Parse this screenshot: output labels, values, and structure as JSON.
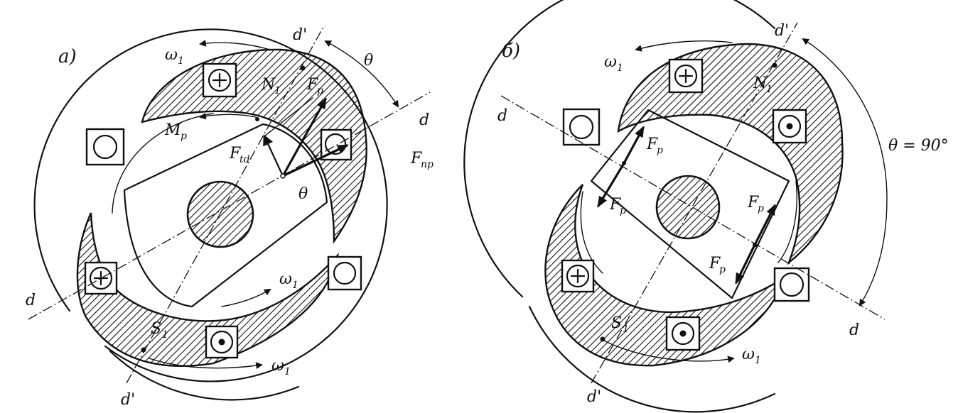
{
  "panels": [
    {
      "id": "a",
      "label": "а)",
      "labels": {
        "omega_top": "ω",
        "omega_sub": "1",
        "omega_inner": "ω",
        "omega_inner_sub": "1",
        "omega_bottom": "ω",
        "omega_bottom_sub": "1",
        "d_prime_top": "d'",
        "d_prime_bottom": "d'",
        "d_right": "d",
        "d_left": "d",
        "theta_top": "θ",
        "theta_inner": "θ",
        "N": "N",
        "N_sub": "1",
        "S": "S",
        "S_sub": "1",
        "Fp": "F",
        "Fp_sub": "p",
        "Ftd": "F",
        "Ftd_sub": "td",
        "Mp": "M",
        "Mp_sub": "p",
        "Fnp": "F",
        "Fnp_sub": "np"
      }
    },
    {
      "id": "b",
      "label": "б)",
      "labels": {
        "omega_top": "ω",
        "omega_sub": "1",
        "omega_bottom": "ω",
        "omega_bottom_sub": "1",
        "d_prime_top": "d'",
        "d_prime_bottom": "d'",
        "d_left": "d",
        "d_right": "d",
        "theta90": "θ = 90°",
        "N": "N",
        "N_sub": "1",
        "S": "S",
        "S_sub": "1",
        "Fp1": "F",
        "Fp2": "F",
        "Fp3": "F",
        "Fp4": "F",
        "Fp_sub": "p"
      }
    }
  ]
}
